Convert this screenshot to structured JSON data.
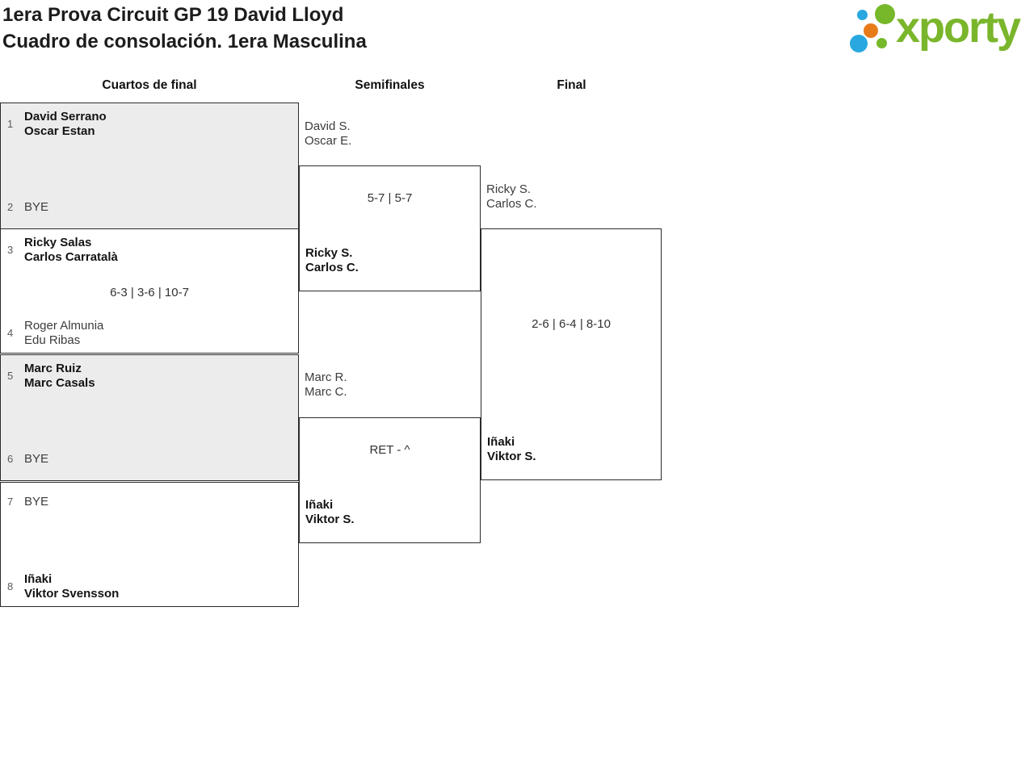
{
  "header": {
    "title_line1": "1era Prova Circuit GP 19 David Lloyd",
    "title_line2": "Cuadro de consolación. 1era Masculina"
  },
  "logo": {
    "wordmark": "xporty",
    "colors": {
      "green": "#76b82a",
      "blue": "#29a8e0",
      "orange": "#e87a1a"
    }
  },
  "rounds": {
    "r1": "Cuartos de final",
    "r2": "Semifinales",
    "r3": "Final"
  },
  "bracket": {
    "quarterfinals": [
      {
        "seed_top": "1",
        "team_top": "David Serrano\nOscar Estan",
        "seed_bottom": "2",
        "team_bottom": "BYE",
        "score": ""
      },
      {
        "seed_top": "3",
        "team_top": "Ricky Salas\nCarlos Carratalà",
        "seed_bottom": "4",
        "team_bottom": "Roger Almunia\nEdu Ribas",
        "score": "6-3 | 3-6 | 10-7"
      },
      {
        "seed_top": "5",
        "team_top": "Marc Ruiz\nMarc Casals",
        "seed_bottom": "6",
        "team_bottom": "BYE",
        "score": ""
      },
      {
        "seed_top": "7",
        "team_top": "BYE",
        "seed_bottom": "8",
        "team_bottom": "Iñaki\nViktor Svensson",
        "score": ""
      }
    ],
    "semifinals": [
      {
        "team_top": "David S.\nOscar E.",
        "team_bottom": "Ricky S.\nCarlos C.",
        "score": "5-7 | 5-7"
      },
      {
        "team_top": "Marc R.\nMarc C.",
        "team_bottom": "Iñaki\nViktor S.",
        "score": "RET - ^"
      }
    ],
    "final": {
      "team_top": "Ricky S.\nCarlos C.",
      "team_bottom": "Iñaki\nViktor S.",
      "score": "2-6 | 6-4 | 8-10"
    }
  }
}
